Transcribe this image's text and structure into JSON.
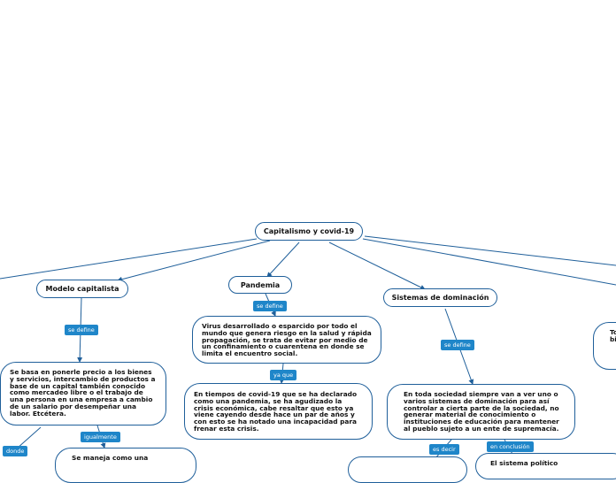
{
  "nodes": {
    "root": "Capitalismo y covid-19",
    "modelo": "Modelo capitalista",
    "pandemia": "Pandemia",
    "sistemas": "Sistemas de dominación",
    "modelo_def": "Se basa en ponerle precio a los bienes y servicios, intercambio de productos a base de un capital también conocido como mercadeo libre o el trabajo de una persona en una empresa a cambio de un salario por desempeñar una labor. Etcétera.",
    "modelo_maneja": "Se maneja como una",
    "pandemia_def": "Virus desarrollado o esparcido por todo el mundo que genera riesgo en la salud y rápida propagación, se trata de evitar por medio de un confinamiento o cuarentena en donde se limita el encuentro social.",
    "pandemia_covid": "En tiempos de covid-19 que se ha declarado como una pandemia, se ha agudizado la crisis económica, cabe resaltar que esto ya viene cayendo desde hace un par de años y con esto se ha notado una incapacidad para frenar esta crisis.",
    "sistemas_def": "En toda sociedad siempre van a ver uno o varios sistemas de dominación para así controlar a cierta parte de la sociedad, no generar material de conocimiento o instituciones de educación para mantener al pueblo sujeto a un ente de supremacía.",
    "right_partial": "To si fa bi in",
    "bottom_partial": "El sistema político"
  },
  "labels": {
    "se_define_1": "se define",
    "se_define_2": "se define",
    "se_define_3": "se define",
    "ya_que": "ya que",
    "igualmente": "igualmente",
    "donde": "donde",
    "es_decir": "es decir",
    "en_conclusion": "en conclusión"
  },
  "colors": {
    "border": "#1f5f9a",
    "label_bg": "#1f86c9",
    "line": "#1f5f9a"
  }
}
